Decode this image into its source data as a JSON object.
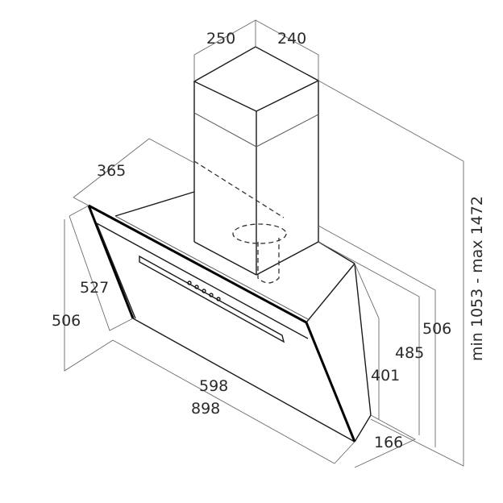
{
  "labels": {
    "chimney_width": "250",
    "chimney_depth": "240",
    "hood_depth": "365",
    "panel_height": "527",
    "total_height": "506",
    "width_inner": "598",
    "width_outer": "898",
    "side_height": "401",
    "depth_485": "485",
    "height_506_right": "506",
    "bottom_depth": "166",
    "max_height_range": "min 1053 - max 1472"
  },
  "colors": {
    "stroke": "#5a5a5a",
    "text": "#2a2a2a"
  }
}
